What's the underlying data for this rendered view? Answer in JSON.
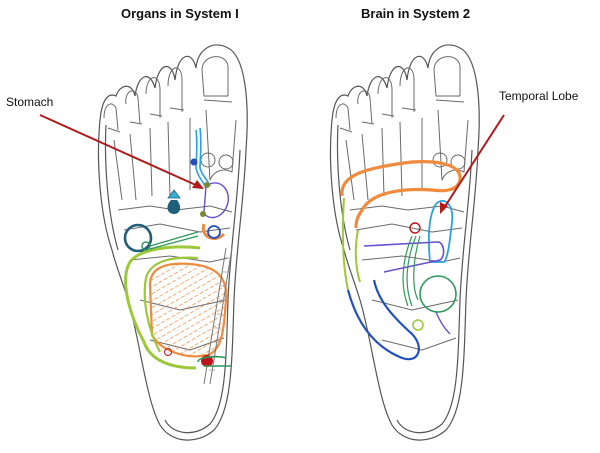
{
  "panels": [
    {
      "title": "Organs in System I",
      "annotation": {
        "label": "Stomach",
        "arrow_color": "#b01c1c"
      }
    },
    {
      "title": "Brain in System 2",
      "annotation": {
        "label": "Temporal Lobe",
        "arrow_color": "#b01c1c"
      }
    }
  ],
  "colors": {
    "orange": "#f08a3c",
    "lime": "#9cc83a",
    "teal": "#1f5f78",
    "light_blue": "#2aa0e0",
    "blue": "#2350c0",
    "purple": "#6a4fd0",
    "green": "#2e9a5a",
    "red": "#c0141c",
    "outline": "#555555"
  }
}
